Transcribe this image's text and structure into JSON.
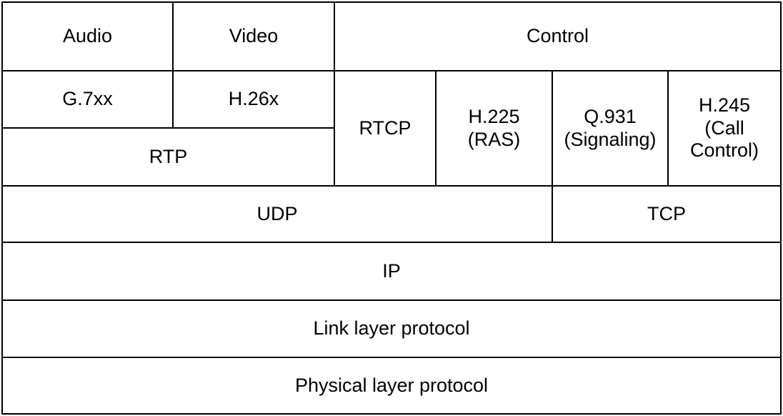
{
  "layers": {
    "audio": "Audio",
    "video": "Video",
    "control": "Control",
    "g7xx": "G.7xx",
    "h26x": "H.26x",
    "rtp": "RTP",
    "rtcp": "RTCP",
    "h225": "H.225\n(RAS)",
    "q931": "Q.931\n(Signaling)",
    "h245": "H.245\n(Call\nControl)",
    "udp": "UDP",
    "tcp": "TCP",
    "ip": "IP",
    "link": "Link layer protocol",
    "physical": "Physical layer protocol"
  },
  "colors": {
    "border": "#000000",
    "text": "#000000",
    "background": "#ffffff"
  }
}
